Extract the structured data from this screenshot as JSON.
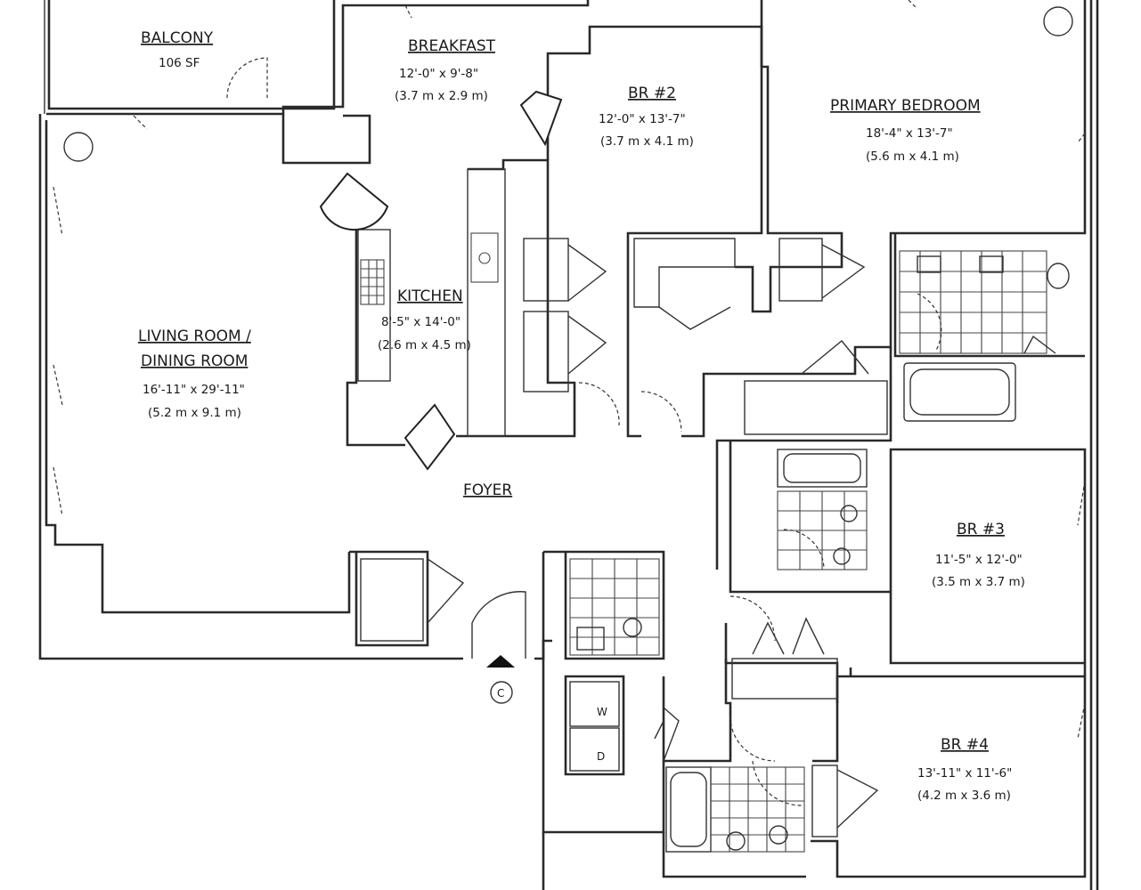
{
  "rooms": {
    "balcony": {
      "name": "BALCONY",
      "area": "106 SF"
    },
    "breakfast": {
      "name": "BREAKFAST",
      "dims_imperial": "12'-0\" x 9'-8\"",
      "dims_metric": "(3.7 m x 2.9 m)"
    },
    "br2": {
      "name": "BR #2",
      "dims_imperial": "12'-0\" x 13'-7\"",
      "dims_metric": "(3.7 m x 4.1 m)"
    },
    "primary": {
      "name": "PRIMARY BEDROOM",
      "dims_imperial": "18'-4\" x 13'-7\"",
      "dims_metric": "(5.6 m x 4.1 m)"
    },
    "kitchen": {
      "name": "KITCHEN",
      "dims_imperial": "8'-5\" x 14'-0\"",
      "dims_metric": "(2.6 m x 4.5 m)"
    },
    "living": {
      "name_line1": "LIVING ROOM /",
      "name_line2": "DINING ROOM",
      "dims_imperial": "16'-11\" x 29'-11\"",
      "dims_metric": "(5.2 m x 9.1 m)"
    },
    "foyer": {
      "name": "FOYER"
    },
    "br3": {
      "name": "BR #3",
      "dims_imperial": "11'-5\" x 12'-0\"",
      "dims_metric": "(3.5 m x 3.7 m)"
    },
    "br4": {
      "name": "BR #4",
      "dims_imperial": "13'-11\" x 11'-6\"",
      "dims_metric": "(4.2 m x 3.6 m)"
    }
  },
  "markers": {
    "entry": "C",
    "washer": "W",
    "dryer": "D"
  }
}
